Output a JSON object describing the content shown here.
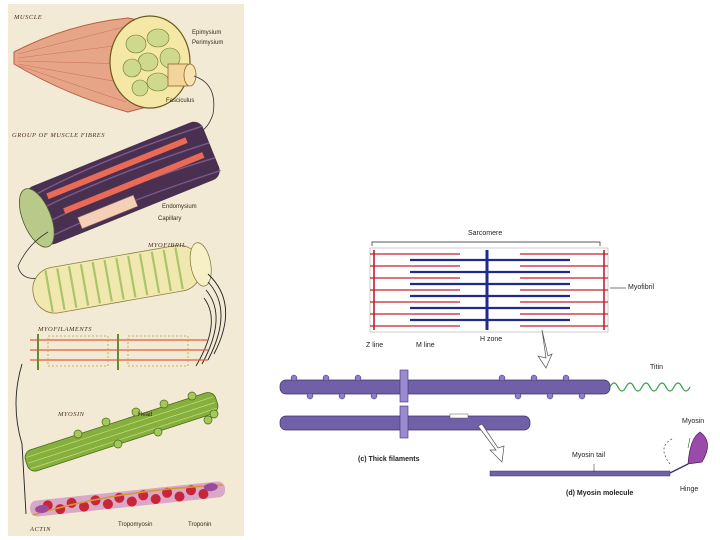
{
  "left_figure": {
    "muscle": {
      "title": "MUSCLE",
      "epimysium": "Epimysium",
      "perimysium": "Perimysium",
      "fasciculus": "Fasciculus"
    },
    "fibres": {
      "title": "GROUP OF MUSCLE FIBRES",
      "endomysium": "Endomysium",
      "capillary": "Capillary"
    },
    "myofibril": {
      "title": "MYOFIBRIL"
    },
    "myofilament": {
      "title": "MYOFILAMENTS"
    },
    "myosin": {
      "title": "MYOSIN",
      "head": "Head"
    },
    "actin": {
      "title": "ACTIN",
      "tropomyosin": "Tropomyosin",
      "troponin": "Troponin"
    }
  },
  "right_figure": {
    "sarcomere": "Sarcomere",
    "myofibril": "Myofibril",
    "z_line": "Z line",
    "m_line": "M line",
    "h_zone": "H zone",
    "titin": "Titin",
    "myosin": "Myosin",
    "myosin_tail": "Myosin tail",
    "hinge": "Hinge",
    "thick_filaments": "(c) Thick filaments",
    "myosin_molecule": "(d) Myosin molecule"
  },
  "colors": {
    "muscle_red": "#d9755a",
    "myosin_green": "#7fa63a",
    "actin_red": "#c8253a",
    "thick_purple": "#7060a8",
    "myofibril_blue": "#1f2a8a",
    "myofibril_red": "#c2202e"
  }
}
